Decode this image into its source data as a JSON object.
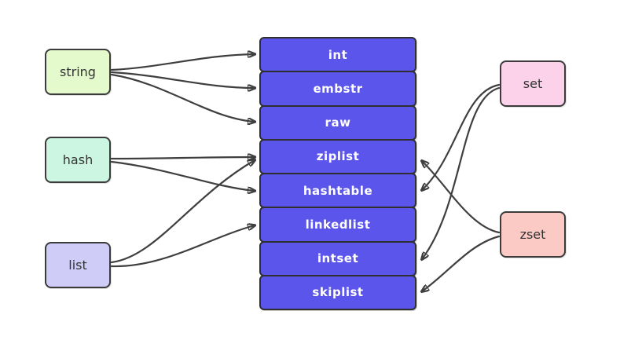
{
  "diagram": {
    "left_nodes": [
      {
        "id": "string",
        "label": "string",
        "fill": "#e4facd"
      },
      {
        "id": "hash",
        "label": "hash",
        "fill": "#cdf6e2"
      },
      {
        "id": "list",
        "label": "list",
        "fill": "#cfcdf8"
      }
    ],
    "right_nodes": [
      {
        "id": "set",
        "label": "set",
        "fill": "#fbd2e9"
      },
      {
        "id": "zset",
        "label": "zset",
        "fill": "#fccac5"
      }
    ],
    "encodings": [
      "int",
      "embstr",
      "raw",
      "ziplist",
      "hashtable",
      "linkedlist",
      "intset",
      "skiplist"
    ],
    "colors": {
      "encoding_fill": "#5b55ec",
      "node_border": "#3b3b3b",
      "arrow": "#3f3f3f",
      "background": "#ffffff"
    },
    "edges": [
      {
        "from": "string",
        "to": "int"
      },
      {
        "from": "string",
        "to": "embstr"
      },
      {
        "from": "string",
        "to": "raw"
      },
      {
        "from": "hash",
        "to": "ziplist"
      },
      {
        "from": "hash",
        "to": "hashtable"
      },
      {
        "from": "list",
        "to": "ziplist"
      },
      {
        "from": "list",
        "to": "linkedlist"
      },
      {
        "from": "set",
        "to": "hashtable"
      },
      {
        "from": "set",
        "to": "intset"
      },
      {
        "from": "zset",
        "to": "ziplist"
      },
      {
        "from": "zset",
        "to": "skiplist"
      }
    ]
  }
}
